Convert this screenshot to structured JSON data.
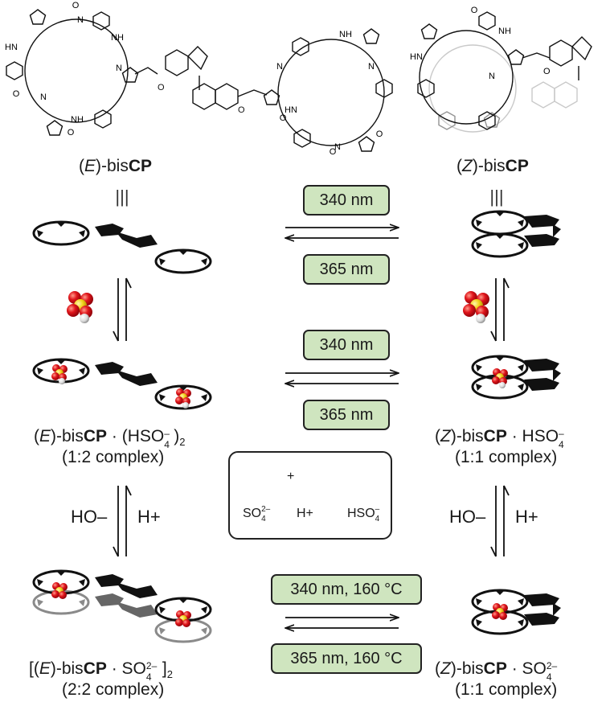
{
  "colors": {
    "pill_fill": "#cfe5bf",
    "oxygen": "#e0151b",
    "sulfur": "#f2d21a",
    "hydrogen": "#e8e8e8",
    "ring": "#111111",
    "ghost": "#888888"
  },
  "top_labels": {
    "e_struct": {
      "prefix": "(",
      "italic": "E",
      "mid": ")-bis",
      "bold": "CP"
    },
    "z_struct": {
      "prefix": "(",
      "italic": "Z",
      "mid": ")-bis",
      "bold": "CP"
    },
    "identity": "|||"
  },
  "arrows": {
    "row1_fwd": "340 nm",
    "row1_rev": "365 nm",
    "row2_fwd": "340 nm",
    "row2_rev": "365 nm",
    "row3_fwd": "340 nm, 160 °C",
    "row3_rev": "365 nm, 160 °C"
  },
  "vertical": {
    "left_base": "HO–",
    "right_acid": "H+"
  },
  "complexes": {
    "e_hso4": {
      "name_italic": "E",
      "name_bold": "CP",
      "ion": "HSO",
      "ion_sub": "4",
      "ion_sup": "–",
      "count": "2",
      "desc": "(1:2 complex)"
    },
    "z_hso4": {
      "name_italic": "Z",
      "name_bold": "CP",
      "ion": "HSO",
      "ion_sub": "4",
      "ion_sup": "–",
      "desc": "(1:1 complex)"
    },
    "e_so4": {
      "name_italic": "E",
      "name_bold": "CP",
      "ion": "SO",
      "ion_sub": "4",
      "ion_sup": "2–",
      "count": "2",
      "desc": "(2:2 complex)"
    },
    "z_so4": {
      "name_italic": "Z",
      "name_bold": "CP",
      "ion": "SO",
      "ion_sub": "4",
      "ion_sup": "2–",
      "desc": "(1:1 complex)"
    }
  },
  "legend": {
    "sulfate": "SO",
    "sulfate_sub": "4",
    "sulfate_sup": "2–",
    "plus": "+",
    "proton": "H+",
    "hydrogensulfate": "HSO",
    "hydrogensulfate_sub": "4",
    "hydrogensulfate_sup": "–"
  },
  "molecule_labels": {
    "NH": "NH",
    "HN": "HN",
    "N": "N",
    "O": "O"
  }
}
